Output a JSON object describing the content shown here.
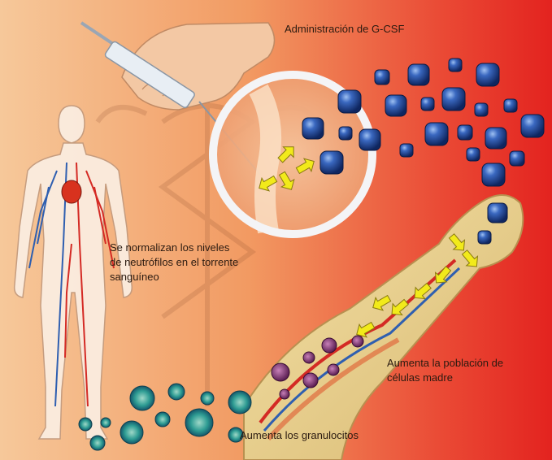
{
  "labels": {
    "gcsf": "Administración de G-CSF",
    "neutrophils": "Se normalizan los niveles\nde neutrófilos en el torrente\nsanguíneo",
    "stem_cells": "Aumenta la población de\ncélulas madre",
    "granulocytes": "Aumenta los granulocitos"
  },
  "illustration": {
    "background": [
      "#f6c89a",
      "#f08a52",
      "#e8282a"
    ],
    "molecule_color": "#1d3f8f",
    "arrow_color": "#f2ea1a",
    "artery_color": "#d42a24",
    "vein_color": "#2f5fb0",
    "granulocyte_color": "#2e9c93",
    "stem_cell_color": "#7a2e6a",
    "icons": [
      "syringe-icon",
      "hand-icon",
      "magnifier-icon",
      "human-body-icon",
      "bone-icon",
      "caduceus-icon"
    ]
  }
}
